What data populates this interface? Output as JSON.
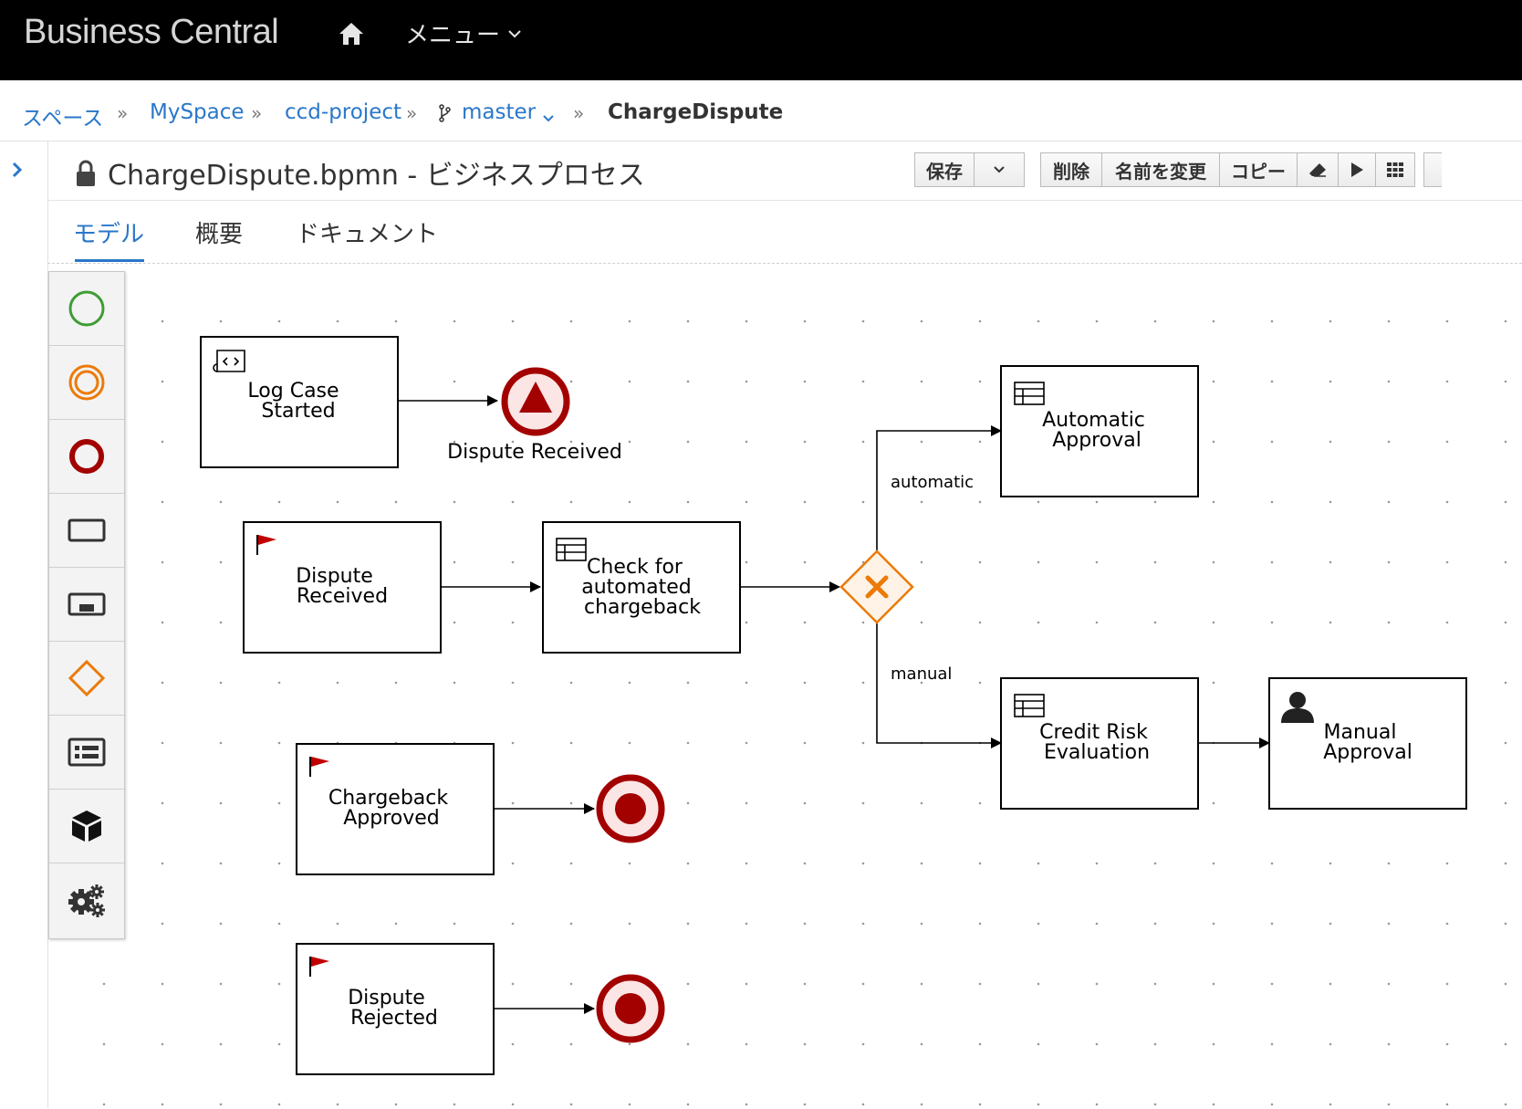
{
  "header": {
    "brand": "Business Central",
    "menu_label": "メニュー"
  },
  "breadcrumb": {
    "spaces": "スペース",
    "space": "MySpace",
    "project": "ccd-project",
    "branch": "master",
    "asset": "ChargeDispute"
  },
  "asset": {
    "title": "ChargeDispute.bpmn - ビジネスプロセス"
  },
  "toolbar": {
    "save": "保存",
    "delete": "削除",
    "rename": "名前を変更",
    "copy": "コピー"
  },
  "tabs": {
    "model": "モデル",
    "overview": "概要",
    "documents": "ドキュメント"
  },
  "palette": [
    "start-event",
    "intermediate-event",
    "end-event",
    "task",
    "subprocess",
    "gateway",
    "lane",
    "custom-tasks",
    "workitems"
  ],
  "diagram": {
    "tasks": {
      "log_case_started": [
        "Log Case",
        "Started"
      ],
      "dispute_received_task": [
        "Dispute",
        "Received"
      ],
      "check_automated": [
        "Check for",
        "automated",
        "chargeback"
      ],
      "automatic_approval": [
        "Automatic",
        "Approval"
      ],
      "credit_risk": [
        "Credit Risk",
        "Evaluation"
      ],
      "manual_approval": [
        "Manual",
        "Approval"
      ],
      "chargeback_approved": [
        "Chargeback",
        "Approved"
      ],
      "dispute_rejected": [
        "Dispute",
        "Rejected"
      ]
    },
    "event_label": "Dispute Received",
    "flow_automatic": "automatic",
    "flow_manual": "manual"
  },
  "colors": {
    "accent": "#2a77c9",
    "start": "#3f9c35",
    "intermediate": "#ec7a08",
    "end": "#a30000",
    "gateway": "#ec7a08"
  }
}
